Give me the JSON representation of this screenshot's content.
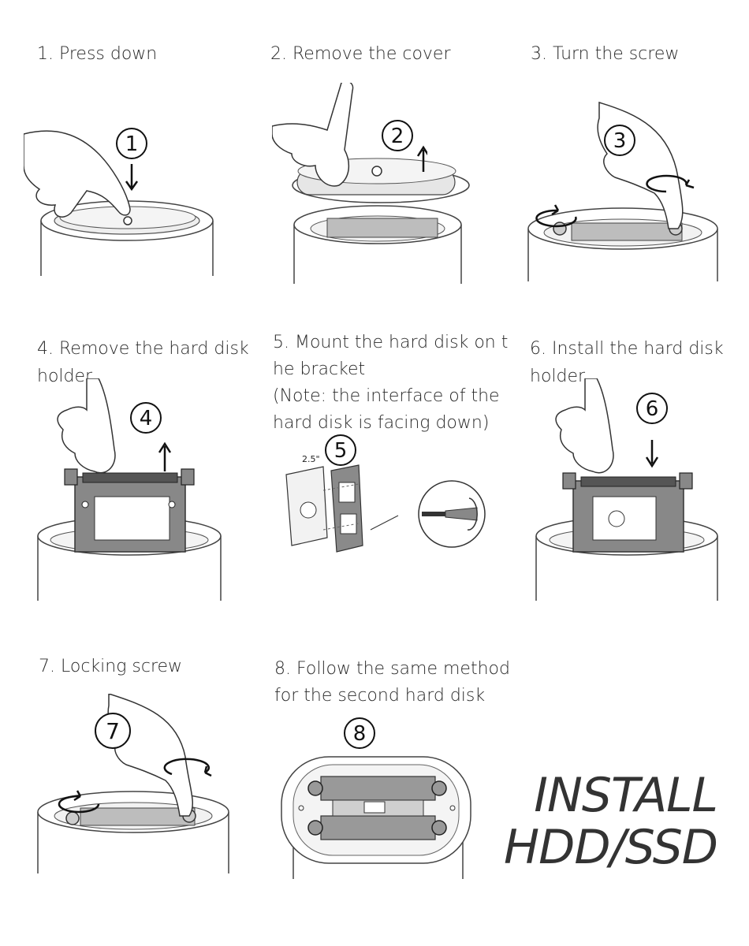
{
  "steps": [
    {
      "title": "1. Press down",
      "badge": "1"
    },
    {
      "title": "2. Remove the cover",
      "badge": "2"
    },
    {
      "title": "3. Turn the screw",
      "badge": "3"
    },
    {
      "title_line1": "4. Remove the hard disk",
      "title_line2": "holder",
      "badge": "4"
    },
    {
      "title_line1": "5. Mount the hard disk on t",
      "title_line2": "he bracket",
      "title_line3": "(Note: the interface of the",
      "title_line4": "hard disk is facing down)",
      "badge": "5",
      "size_label": "2.5\""
    },
    {
      "title_line1": "6. Install the hard disk",
      "title_line2": "holder",
      "badge": "6"
    },
    {
      "title": "7. Locking screw",
      "badge": "7"
    },
    {
      "title_line1": "8. Follow the same method",
      "title_line2": "for the second hard disk",
      "badge": "8"
    }
  ],
  "headline": {
    "line1": "INSTALL",
    "line2": "HDD/SSD"
  }
}
